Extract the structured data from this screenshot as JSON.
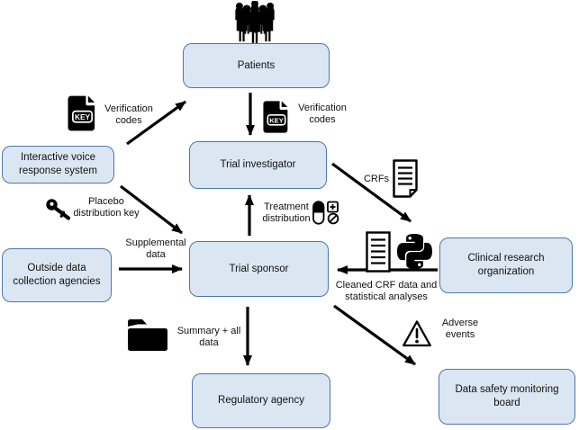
{
  "colors": {
    "box_fill": "#dbe6f3",
    "box_border": "#4d76ad",
    "arrow": "#000000",
    "background": "#ffffff"
  },
  "boxes": {
    "patients": {
      "label": "Patients"
    },
    "ivrs": {
      "label": "Interactive voice response system"
    },
    "investigator": {
      "label": "Trial investigator"
    },
    "outside": {
      "label": "Outside data collection agencies"
    },
    "sponsor": {
      "label": "Trial sponsor"
    },
    "cro": {
      "label": "Clinical research organization"
    },
    "regulatory": {
      "label": "Regulatory agency"
    },
    "dsmb": {
      "label": "Data safety monitoring board"
    }
  },
  "labels": {
    "verification_left": "Verification codes",
    "verification_right": "Verification codes",
    "placebo": "Placebo distribution key",
    "supplemental": "Supplemental data",
    "treatment": "Treatment distribution",
    "crfs": "CRFs",
    "cleaned": "Cleaned CRF data and statistical analyses",
    "adverse": "Adverse events",
    "summary": "Summary + all data"
  },
  "icons": {
    "key_file_text": "KEY",
    "names": [
      "people-group-icon",
      "key-file-icon",
      "key-icon",
      "document-icon",
      "python-logo-icon",
      "pill-icon",
      "warning-triangle-icon",
      "folder-icon"
    ]
  },
  "edges": [
    {
      "from": "ivrs",
      "to": "patients",
      "label": "Verification codes"
    },
    {
      "from": "patients",
      "to": "investigator",
      "label": "Verification codes"
    },
    {
      "from": "sponsor",
      "to": "investigator",
      "label": "Treatment distribution"
    },
    {
      "from": "investigator",
      "to": "cro",
      "label": "CRFs"
    },
    {
      "from": "cro",
      "to": "sponsor",
      "label": "Cleaned CRF data and statistical analyses"
    },
    {
      "from": "ivrs",
      "to": "sponsor",
      "label": "Placebo distribution key"
    },
    {
      "from": "outside",
      "to": "sponsor",
      "label": "Supplemental data"
    },
    {
      "from": "sponsor",
      "to": "regulatory",
      "label": "Summary + all data"
    },
    {
      "from": "sponsor",
      "to": "dsmb",
      "label": "Adverse events"
    }
  ]
}
